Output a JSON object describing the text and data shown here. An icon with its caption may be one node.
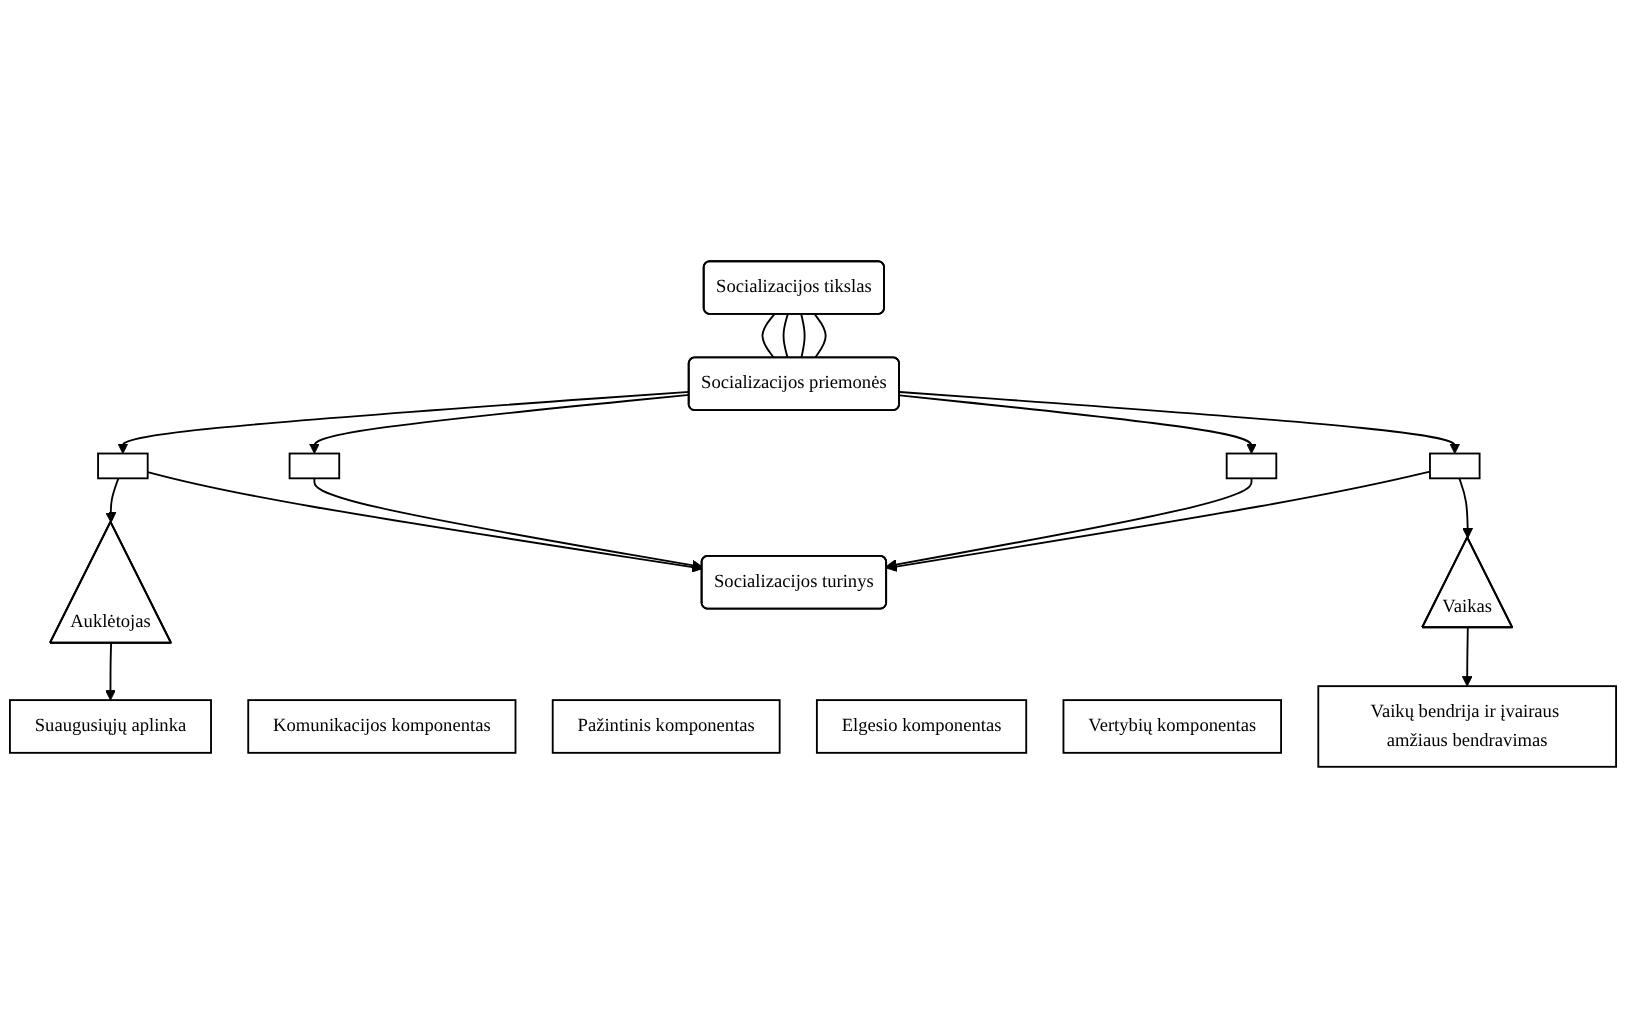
{
  "diagram": {
    "nodes": [
      {
        "text": [
          "Socializacijos tikslas"
        ]
      },
      {
        "text": [
          "Socializacijos priemonės"
        ]
      },
      {
        "text": [],
        "shape": "box"
      },
      {
        "text": [],
        "shape": "box"
      },
      {
        "text": [],
        "shape": "box"
      },
      {
        "text": [],
        "shape": "box"
      },
      {
        "text": [
          "Auklėtojas"
        ]
      },
      {
        "text": [
          "Suaugusiųjų aplinka"
        ]
      },
      {
        "text": [
          "Vaikas"
        ]
      },
      {
        "text": [
          "Vaikų bendrija ir įvairaus amžiaus bendravimas"
        ]
      },
      {
        "text": [
          "Socializacijos turinys"
        ]
      },
      {
        "text": [
          "Komunikacijos komponentas"
        ]
      },
      {
        "text": [
          "Pažintinis komponentas"
        ]
      },
      {
        "text": [
          "Elgesio komponentas"
        ]
      },
      {
        "text": [
          "Vertybių komponentas"
        ]
      }
    ],
    "edges": [
      {
        "from": 0,
        "to": 1,
        "arrow": "none"
      },
      {
        "from": 0,
        "to": 1,
        "arrow": "none"
      },
      {
        "from": 0,
        "to": 1,
        "arrow": "none"
      },
      {
        "from": 0,
        "to": 1,
        "arrow": "none"
      },
      {
        "from": 1,
        "to": 2,
        "arrow": "to"
      },
      {
        "from": 1,
        "to": 3,
        "arrow": "to"
      },
      {
        "from": 1,
        "to": 4,
        "arrow": "to"
      },
      {
        "from": 1,
        "to": 5,
        "arrow": "to"
      },
      {
        "from": 2,
        "to": 6,
        "arrow": "to"
      },
      {
        "from": 5,
        "to": 8,
        "arrow": "to"
      },
      {
        "from": 6,
        "to": 7,
        "arrow": "to"
      },
      {
        "from": 8,
        "to": 9,
        "arrow": "to"
      },
      {
        "from": 2,
        "to": 10,
        "arrow": "to"
      },
      {
        "from": 3,
        "to": 10,
        "arrow": "to"
      },
      {
        "from": 4,
        "to": 10,
        "arrow": "to"
      },
      {
        "from": 5,
        "to": 10,
        "arrow": "to"
      }
    ]
  }
}
